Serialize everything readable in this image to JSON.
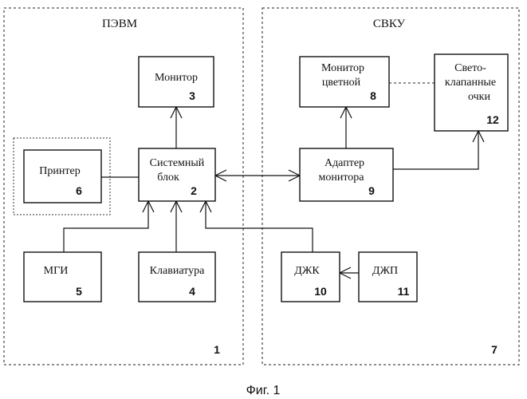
{
  "groups": {
    "pevm": {
      "label": "ПЭВМ",
      "number": "1"
    },
    "svku": {
      "label": "СВКУ",
      "number": "7"
    }
  },
  "blocks": {
    "monitor": {
      "lines": [
        "Монитор"
      ],
      "number": "3"
    },
    "printer": {
      "lines": [
        "Принтер"
      ],
      "number": "6"
    },
    "system_unit": {
      "lines": [
        "Системный",
        "блок"
      ],
      "number": "2"
    },
    "mgi": {
      "lines": [
        "МГИ"
      ],
      "number": "5"
    },
    "keyboard": {
      "lines": [
        "Клавиатура"
      ],
      "number": "4"
    },
    "color_monitor": {
      "lines": [
        "Монитор",
        "цветной"
      ],
      "number": "8"
    },
    "glasses": {
      "lines": [
        "Свето-",
        "клапанные",
        "очки"
      ],
      "number": "12"
    },
    "monitor_adapter": {
      "lines": [
        "Адаптер",
        "монитора"
      ],
      "number": "9"
    },
    "djk": {
      "lines": [
        "ДЖК"
      ],
      "number": "10"
    },
    "djp": {
      "lines": [
        "ДЖП"
      ],
      "number": "11"
    }
  },
  "caption": "Фиг. 1"
}
